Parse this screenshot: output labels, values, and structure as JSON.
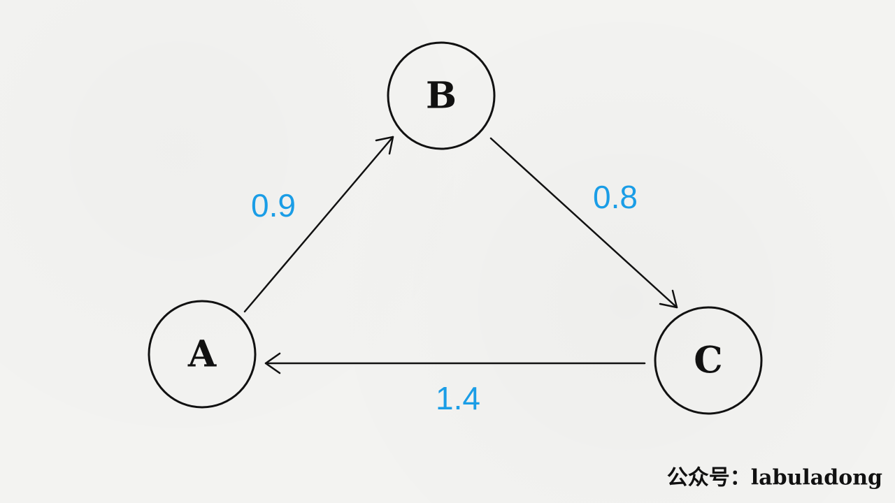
{
  "diagram": {
    "nodes": [
      {
        "id": "A",
        "label": "A"
      },
      {
        "id": "B",
        "label": "B"
      },
      {
        "id": "C",
        "label": "C"
      }
    ],
    "edges": [
      {
        "from": "A",
        "to": "B",
        "weight": "0.9"
      },
      {
        "from": "B",
        "to": "C",
        "weight": "0.8"
      },
      {
        "from": "C",
        "to": "A",
        "weight": "1.4"
      }
    ]
  },
  "watermark": {
    "text": "公众号：labuladong"
  }
}
